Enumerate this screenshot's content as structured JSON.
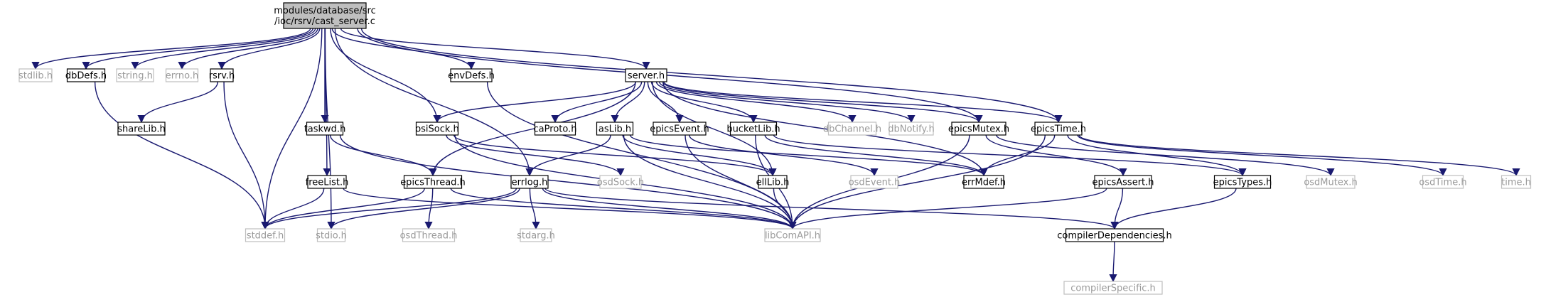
{
  "diagram": {
    "edge_color": "#191970",
    "nodes": [
      {
        "id": "root",
        "label": [
          "modules/database/src",
          "/ioc/rsrv/cast_server.c"
        ],
        "kind": "root"
      },
      {
        "id": "stdlib",
        "label": [
          "stdlib.h"
        ],
        "kind": "missing"
      },
      {
        "id": "dbDefs",
        "label": [
          "dbDefs.h"
        ],
        "kind": "normal"
      },
      {
        "id": "string",
        "label": [
          "string.h"
        ],
        "kind": "missing"
      },
      {
        "id": "errno",
        "label": [
          "errno.h"
        ],
        "kind": "missing"
      },
      {
        "id": "rsrv",
        "label": [
          "rsrv.h"
        ],
        "kind": "normal"
      },
      {
        "id": "envDefs",
        "label": [
          "envDefs.h"
        ],
        "kind": "normal"
      },
      {
        "id": "server",
        "label": [
          "server.h"
        ],
        "kind": "normal"
      },
      {
        "id": "shareLib",
        "label": [
          "shareLib.h"
        ],
        "kind": "normal"
      },
      {
        "id": "taskwd",
        "label": [
          "taskwd.h"
        ],
        "kind": "normal"
      },
      {
        "id": "osiSock",
        "label": [
          "osiSock.h"
        ],
        "kind": "normal"
      },
      {
        "id": "caProto",
        "label": [
          "caProto.h"
        ],
        "kind": "normal"
      },
      {
        "id": "asLib",
        "label": [
          "asLib.h"
        ],
        "kind": "normal"
      },
      {
        "id": "epicsEvent",
        "label": [
          "epicsEvent.h"
        ],
        "kind": "normal"
      },
      {
        "id": "bucketLib",
        "label": [
          "bucketLib.h"
        ],
        "kind": "normal"
      },
      {
        "id": "dbChannel",
        "label": [
          "dbChannel.h"
        ],
        "kind": "missing"
      },
      {
        "id": "dbNotify",
        "label": [
          "dbNotify.h"
        ],
        "kind": "missing"
      },
      {
        "id": "epicsMutex",
        "label": [
          "epicsMutex.h"
        ],
        "kind": "normal"
      },
      {
        "id": "epicsTime",
        "label": [
          "epicsTime.h"
        ],
        "kind": "normal"
      },
      {
        "id": "freeList",
        "label": [
          "freeList.h"
        ],
        "kind": "normal"
      },
      {
        "id": "epicsThread",
        "label": [
          "epicsThread.h"
        ],
        "kind": "normal"
      },
      {
        "id": "errlog",
        "label": [
          "errlog.h"
        ],
        "kind": "normal"
      },
      {
        "id": "osdSock",
        "label": [
          "osdSock.h"
        ],
        "kind": "missing"
      },
      {
        "id": "ellLib",
        "label": [
          "ellLib.h"
        ],
        "kind": "normal"
      },
      {
        "id": "osdEvent",
        "label": [
          "osdEvent.h"
        ],
        "kind": "missing"
      },
      {
        "id": "errMdef",
        "label": [
          "errMdef.h"
        ],
        "kind": "normal"
      },
      {
        "id": "epicsAssert",
        "label": [
          "epicsAssert.h"
        ],
        "kind": "normal"
      },
      {
        "id": "epicsTypes",
        "label": [
          "epicsTypes.h"
        ],
        "kind": "normal"
      },
      {
        "id": "osdMutex",
        "label": [
          "osdMutex.h"
        ],
        "kind": "missing"
      },
      {
        "id": "osdTime",
        "label": [
          "osdTime.h"
        ],
        "kind": "missing"
      },
      {
        "id": "time",
        "label": [
          "time.h"
        ],
        "kind": "missing"
      },
      {
        "id": "stddef",
        "label": [
          "stddef.h"
        ],
        "kind": "missing"
      },
      {
        "id": "stdio",
        "label": [
          "stdio.h"
        ],
        "kind": "missing"
      },
      {
        "id": "osdThread",
        "label": [
          "osdThread.h"
        ],
        "kind": "missing"
      },
      {
        "id": "stdarg",
        "label": [
          "stdarg.h"
        ],
        "kind": "missing"
      },
      {
        "id": "libComAPI",
        "label": [
          "libComAPI.h"
        ],
        "kind": "missing"
      },
      {
        "id": "compilerDependencies",
        "label": [
          "compilerDependencies.h"
        ],
        "kind": "normal"
      },
      {
        "id": "compilerSpecific",
        "label": [
          "compilerSpecific.h"
        ],
        "kind": "missing"
      }
    ],
    "edges": [
      [
        "root",
        "stdlib"
      ],
      [
        "root",
        "dbDefs"
      ],
      [
        "root",
        "string"
      ],
      [
        "root",
        "errno"
      ],
      [
        "root",
        "rsrv"
      ],
      [
        "root",
        "envDefs"
      ],
      [
        "root",
        "server"
      ],
      [
        "root",
        "taskwd"
      ],
      [
        "root",
        "osiSock"
      ],
      [
        "root",
        "freeList"
      ],
      [
        "root",
        "errlog"
      ],
      [
        "root",
        "stddef"
      ],
      [
        "root",
        "stdio"
      ],
      [
        "root",
        "epicsMutex"
      ],
      [
        "root",
        "epicsTime"
      ],
      [
        "dbDefs",
        "stddef"
      ],
      [
        "rsrv",
        "shareLib"
      ],
      [
        "rsrv",
        "stddef"
      ],
      [
        "envDefs",
        "libComAPI"
      ],
      [
        "server",
        "osiSock"
      ],
      [
        "server",
        "caProto"
      ],
      [
        "server",
        "asLib"
      ],
      [
        "server",
        "epicsEvent"
      ],
      [
        "server",
        "bucketLib"
      ],
      [
        "server",
        "dbChannel"
      ],
      [
        "server",
        "dbNotify"
      ],
      [
        "server",
        "epicsMutex"
      ],
      [
        "server",
        "epicsTime"
      ],
      [
        "server",
        "epicsThread"
      ],
      [
        "server",
        "ellLib"
      ],
      [
        "server",
        "errMdef"
      ],
      [
        "taskwd",
        "epicsThread"
      ],
      [
        "taskwd",
        "libComAPI"
      ],
      [
        "osiSock",
        "osdSock"
      ],
      [
        "osiSock",
        "ellLib"
      ],
      [
        "osiSock",
        "libComAPI"
      ],
      [
        "asLib",
        "ellLib"
      ],
      [
        "asLib",
        "errlog"
      ],
      [
        "asLib",
        "errMdef"
      ],
      [
        "asLib",
        "libComAPI"
      ],
      [
        "epicsEvent",
        "osdEvent"
      ],
      [
        "epicsEvent",
        "libComAPI"
      ],
      [
        "bucketLib",
        "errMdef"
      ],
      [
        "bucketLib",
        "epicsTypes"
      ],
      [
        "bucketLib",
        "libComAPI"
      ],
      [
        "epicsMutex",
        "epicsAssert"
      ],
      [
        "epicsMutex",
        "osdMutex"
      ],
      [
        "epicsMutex",
        "libComAPI"
      ],
      [
        "epicsTime",
        "epicsTypes"
      ],
      [
        "epicsTime",
        "osdTime"
      ],
      [
        "epicsTime",
        "time"
      ],
      [
        "epicsTime",
        "errMdef"
      ],
      [
        "epicsTime",
        "libComAPI"
      ],
      [
        "freeList",
        "stddef"
      ],
      [
        "freeList",
        "libComAPI"
      ],
      [
        "epicsThread",
        "stddef"
      ],
      [
        "epicsThread",
        "osdThread"
      ],
      [
        "epicsThread",
        "libComAPI"
      ],
      [
        "errlog",
        "stddef"
      ],
      [
        "errlog",
        "stdio"
      ],
      [
        "errlog",
        "stdarg"
      ],
      [
        "errlog",
        "libComAPI"
      ],
      [
        "errlog",
        "compilerDependencies"
      ],
      [
        "ellLib",
        "libComAPI"
      ],
      [
        "epicsAssert",
        "compilerDependencies"
      ],
      [
        "epicsAssert",
        "libComAPI"
      ],
      [
        "epicsTypes",
        "compilerDependencies"
      ],
      [
        "compilerDependencies",
        "compilerSpecific"
      ]
    ]
  }
}
